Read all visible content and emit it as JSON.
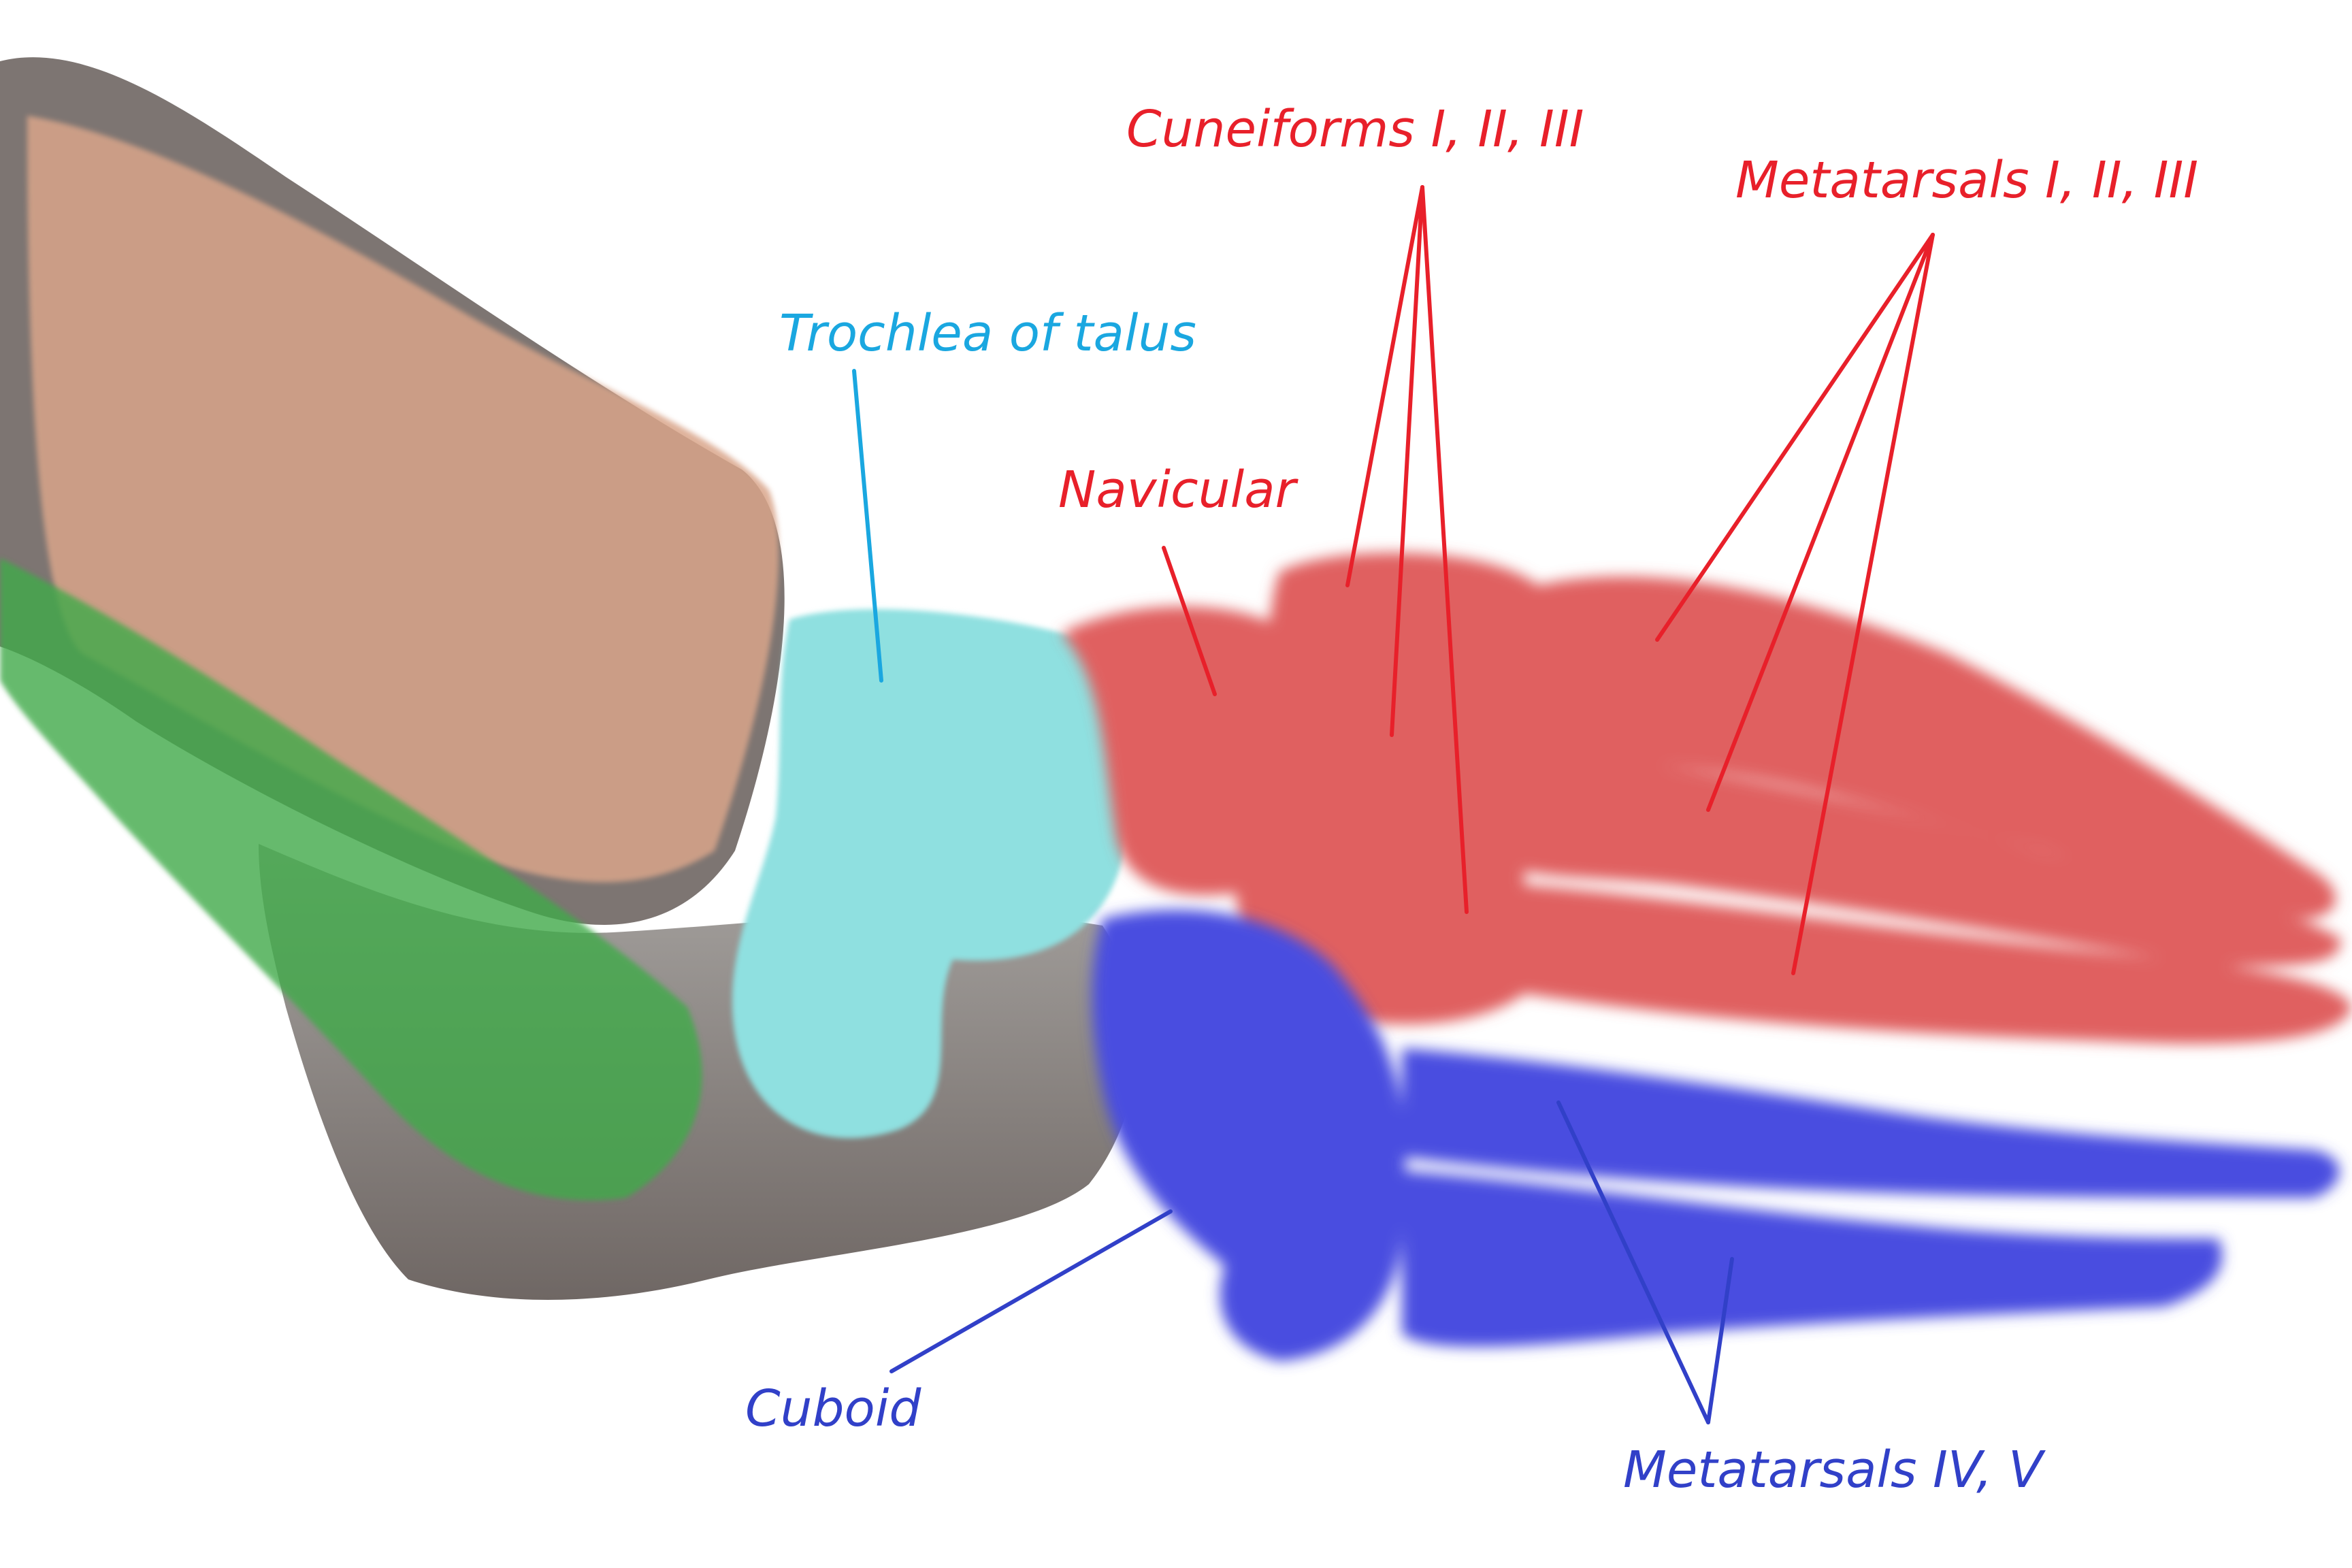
{
  "colors": {
    "medial_group": "#e8202a",
    "lateral_group": "#3140c8",
    "talus": "#1aa7e0",
    "tibia": "#d9a58a",
    "tendon": "#3faa4a"
  },
  "labels": {
    "trochlea": "Trochlea of talus",
    "cuneiforms": "Cuneiforms I, II, III",
    "metatarsals_medial": "Metatarsals I, II, III",
    "navicular": "Navicular",
    "cuboid": "Cuboid",
    "metatarsals_lateral": "Metatarsals IV, V"
  }
}
